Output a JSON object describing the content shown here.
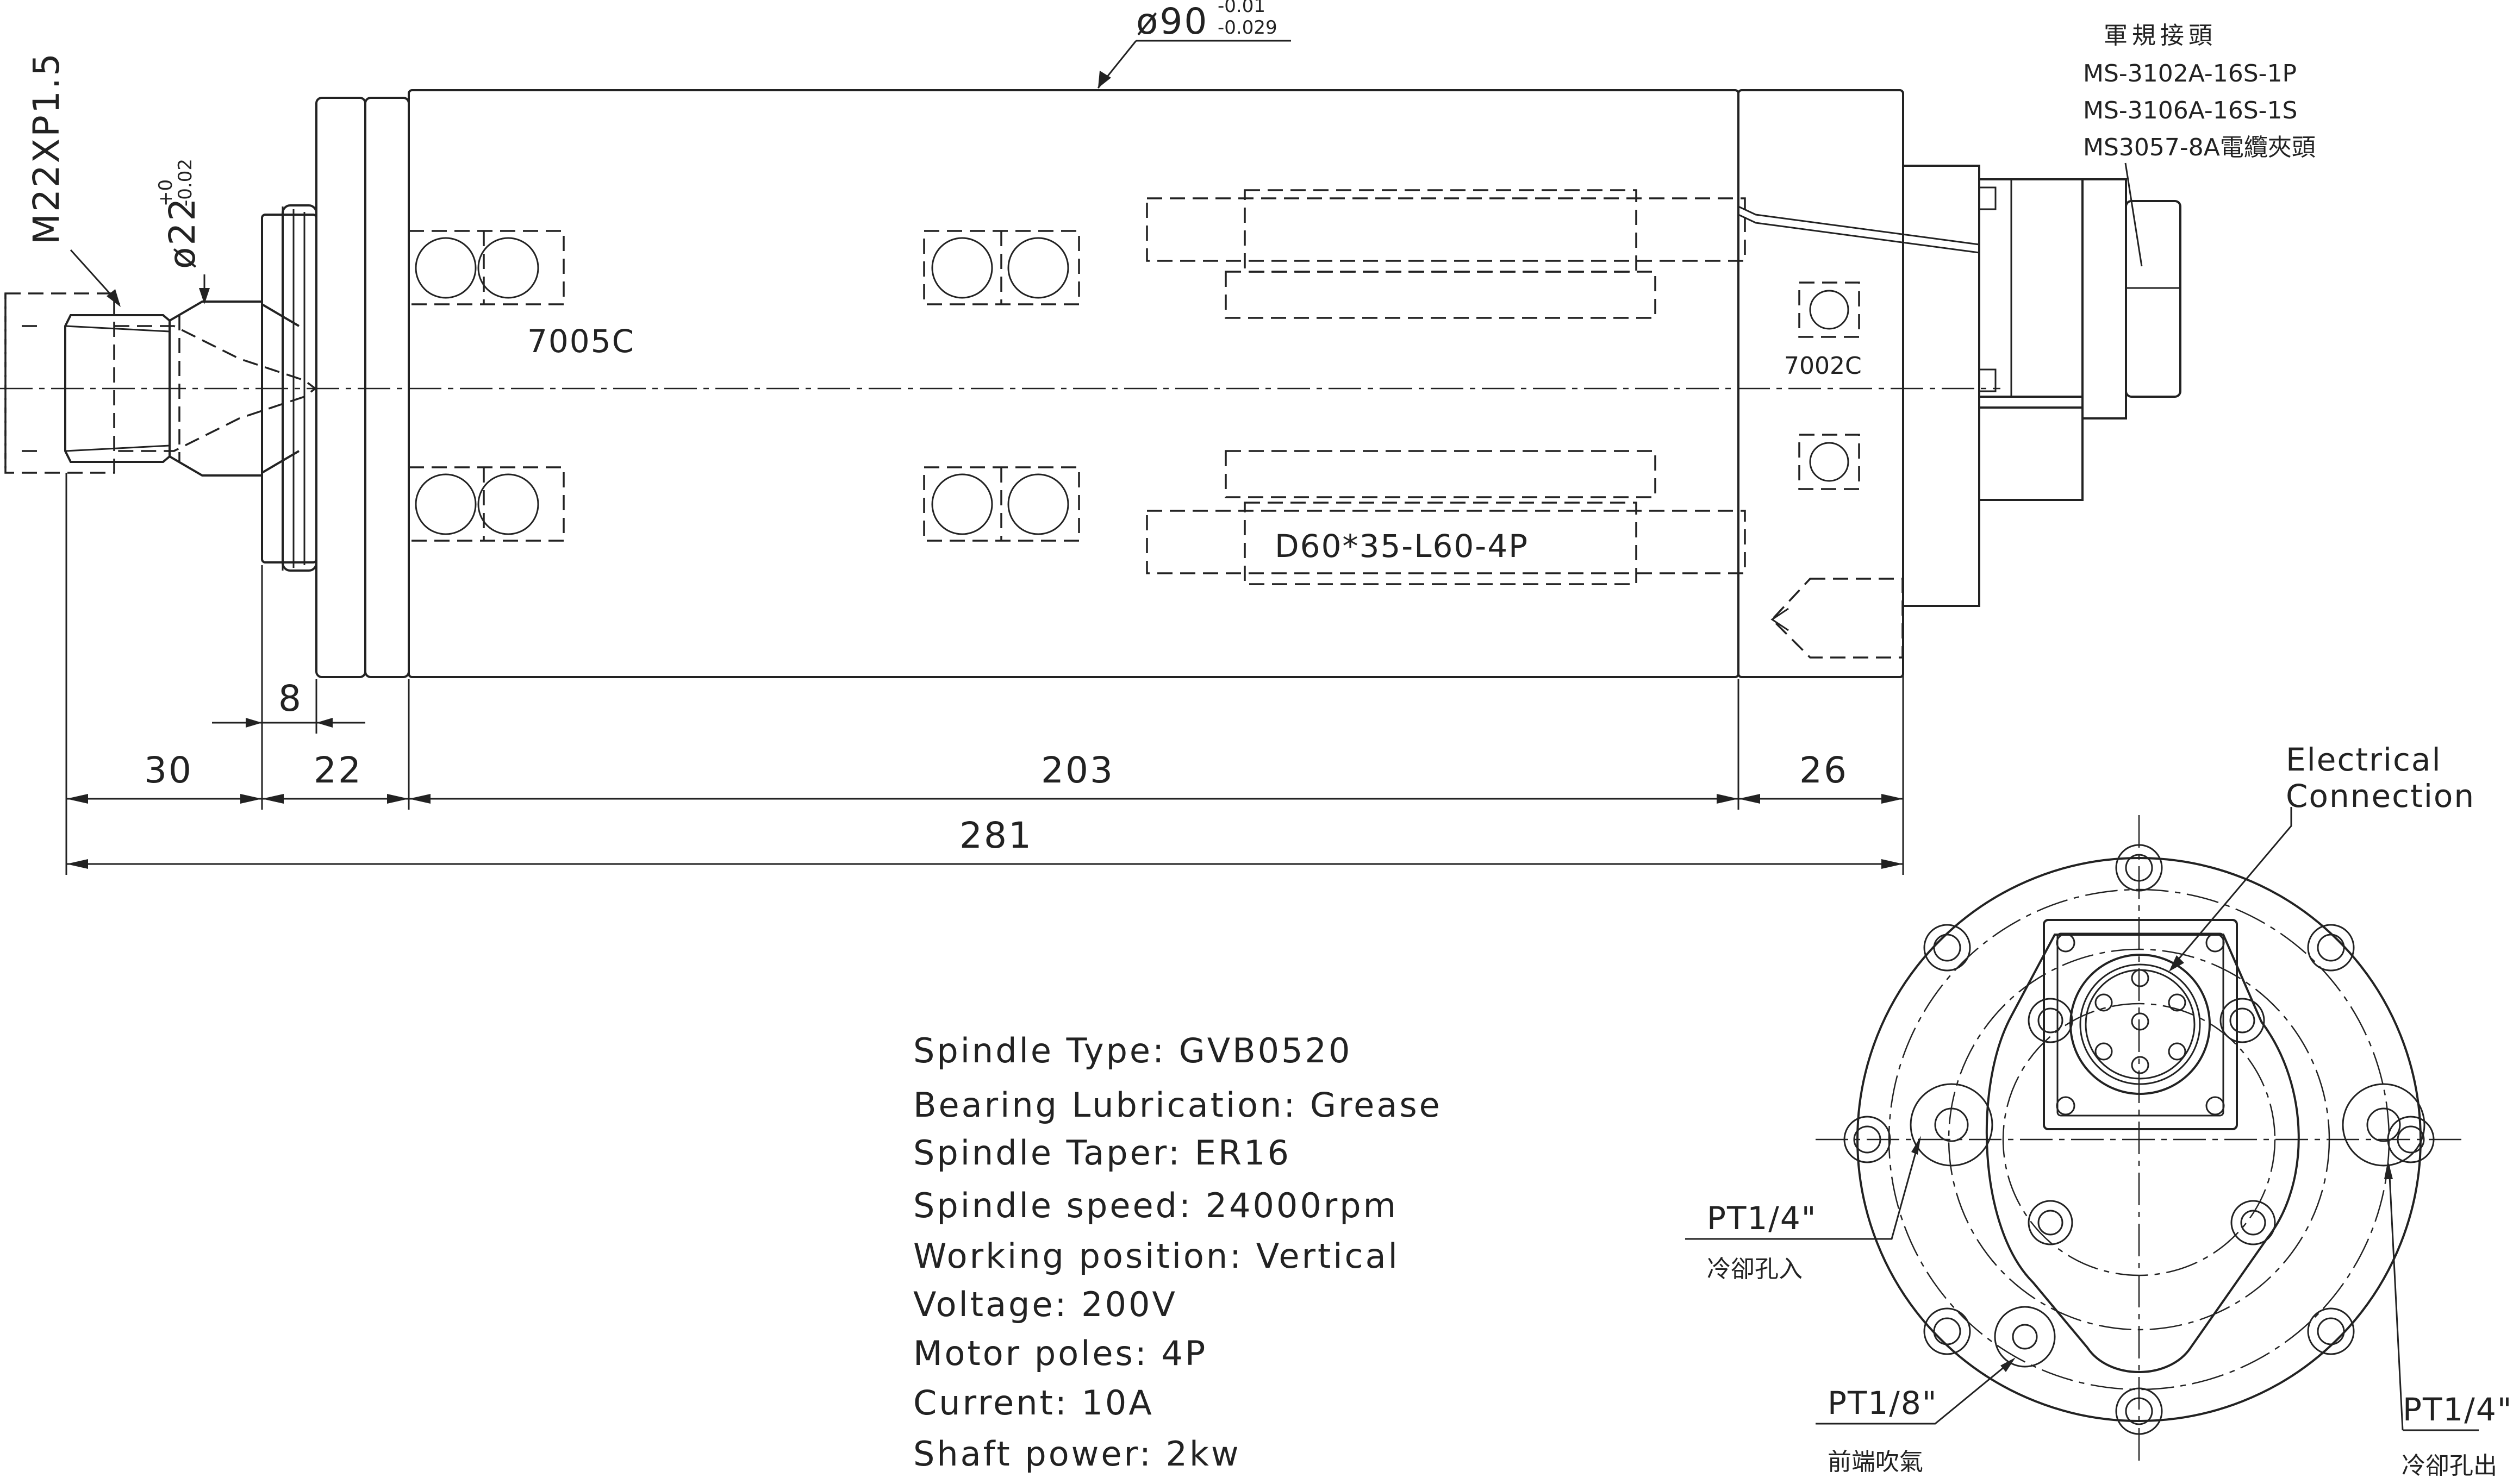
{
  "bearings": {
    "front": "7005C",
    "rear": "7002C"
  },
  "stator": "D60*35-L60-4P",
  "labels": {
    "body_diameter": "ø90",
    "body_tol_upper": "-0.01",
    "body_tol_lower": "-0.029",
    "thread": "M22XP1.5",
    "shaft_diameter": "ø22",
    "shaft_tol_upper": "+0",
    "shaft_tol_lower": "-0.02"
  },
  "connector": {
    "title": "軍規接頭",
    "part1": "MS-3102A-16S-1P",
    "part2": "MS-3106A-16S-1S",
    "part3": "MS3057-8A電纜夾頭"
  },
  "dimensions": {
    "flange": "8",
    "nose": "30",
    "front": "22",
    "body": "203",
    "rear": "26",
    "total": "281"
  },
  "end_view": {
    "electrical_1": "Electrical",
    "electrical_2": "Connection",
    "coolant_in_size": "PT1/4\"",
    "coolant_in_label": "冷卻孔入",
    "air_size": "PT1/8\"",
    "air_label": "前端吹氣",
    "coolant_out_size": "PT1/4\"",
    "coolant_out_label": "冷卻孔出"
  },
  "specs": [
    "Spindle Type: GVB0520",
    "Bearing Lubrication: Grease",
    "Spindle Taper: ER16",
    "Spindle speed: 24000rpm",
    "Working position: Vertical",
    "Voltage: 200V",
    "Motor poles: 4P",
    "Current: 10A",
    "Shaft power: 2kw"
  ]
}
